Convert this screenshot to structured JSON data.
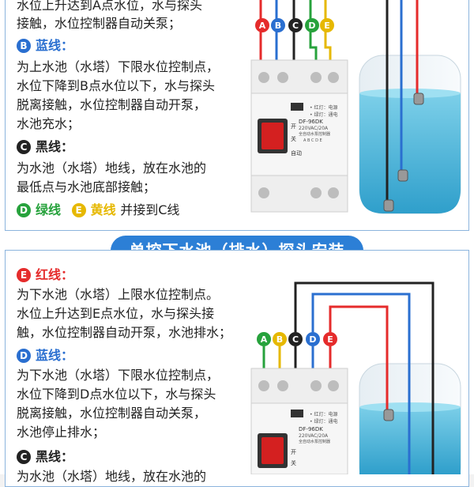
{
  "colors": {
    "red": "#e52b2b",
    "blue": "#2a6fd0",
    "black": "#222222",
    "green": "#27a23c",
    "yellow": "#e6b800",
    "accent": "#2c7fd6",
    "water": "#4fb6d9"
  },
  "top": {
    "line0": "水位上升达到A点水位，水与探头",
    "line1": "接触，水位控制器自动关泵；",
    "b_badge": "B",
    "b_label": "蓝线：",
    "b_line0": "为上水池（水塔）下限水位控制点，",
    "b_line1": "水位下降到B点水位以下，水与探头",
    "b_line2": "脱离接触，水位控制器自动开泵，",
    "b_line3": "水池充水；",
    "c_badge": "C",
    "c_label": "黑线：",
    "c_line0": "为水池（水塔）地线，放在水池的",
    "c_line1": "最低点与水池底部接触；",
    "d_badge": "D",
    "d_label": "绿线",
    "e_badge": "E",
    "e_label": "黄线",
    "de_tail": "并接到C线"
  },
  "title": "单控下水池（排水）探头安装",
  "bottom": {
    "e_badge": "E",
    "e_label": "红线：",
    "e_line0": "为下水池（水塔）上限水位控制点。",
    "e_line1": "水位上升达到E点水位，水与探头接",
    "e_line2": "触，水位控制器自动开泵，水池排水；",
    "d_badge": "D",
    "d_label": "蓝线：",
    "d_line0": "为下水池（水塔）下限水位控制点，",
    "d_line1": "水位下降到D点水位以下，水与探头",
    "d_line2": "脱离接触，水位控制器自动关泵，",
    "d_line3": "水池停止排水；",
    "c_badge": "C",
    "c_label": "黑线：",
    "c_line0": "为水池（水塔）地线，放在水池的"
  },
  "wire_letters_top": [
    "A",
    "B",
    "C",
    "D",
    "E"
  ],
  "wire_letters_bottom": [
    "A",
    "B",
    "C",
    "D",
    "E"
  ],
  "device": {
    "model": "DF-96DK",
    "spec": "220VAC/20A",
    "desc": "全自动水泵控制器",
    "legend_red": "• 红灯：电源",
    "legend_green": "• 绿灯：通电",
    "sw_on": "开",
    "sw_off": "关",
    "sw_auto": "自动",
    "terminals": "A B C D E"
  }
}
